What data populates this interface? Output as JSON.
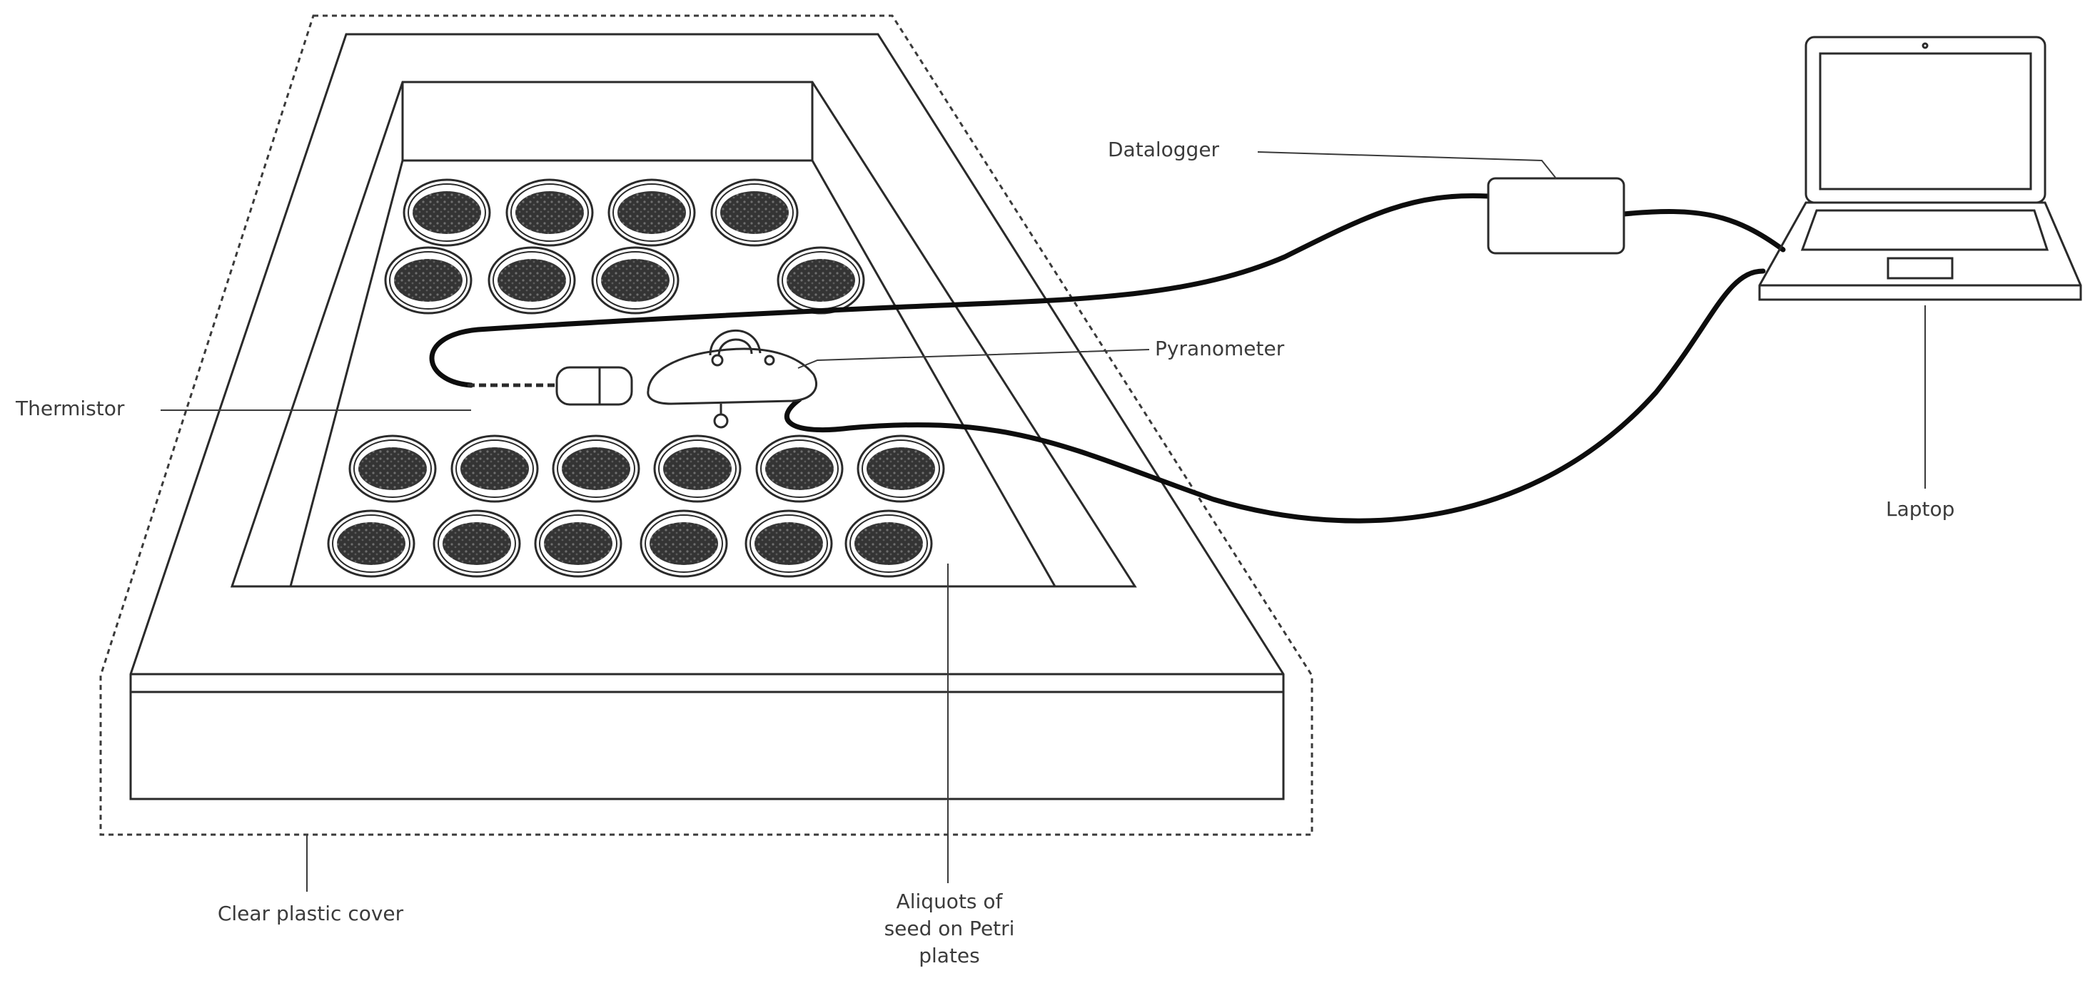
{
  "labels": {
    "datalogger": "Datalogger",
    "pyranometer": "Pyranometer",
    "thermistor": "Thermistor",
    "laptop": "Laptop",
    "aliquots": "Aliquots of seed on Petri plates",
    "cover": "Clear plastic cover"
  },
  "colors": {
    "line": "#2a2a2a",
    "cable": "#0d0d0d",
    "seed": "#3c3c3c",
    "text": "#3b3b3b"
  }
}
